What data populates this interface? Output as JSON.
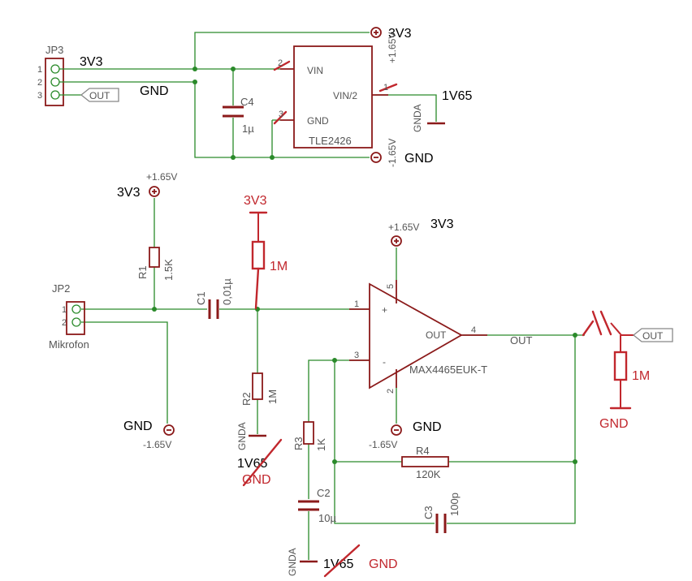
{
  "connectors": {
    "jp3": {
      "name": "JP3",
      "pins": [
        "1",
        "2",
        "3"
      ]
    },
    "jp2": {
      "name": "JP2",
      "pins": [
        "1",
        "2"
      ],
      "label": "Mikrofon"
    }
  },
  "nets": {
    "v3v3": "3V3",
    "gnd": "GND",
    "v1v65": "1V65",
    "gnda": "GNDA",
    "out": "OUT",
    "plus_165": "+1.65V",
    "minus_165": "-1.65V"
  },
  "regulator": {
    "name": "TLE2426",
    "pin_vin": "VIN",
    "pin_vin2": "VIN/2",
    "pin_gnd": "GND",
    "pin_numbers": [
      "1",
      "2",
      "3"
    ]
  },
  "opamp": {
    "name": "MAX4465EUK-T",
    "pin_out": "OUT",
    "plus": "+",
    "minus": "-",
    "pin_numbers": [
      "1",
      "2",
      "3",
      "4",
      "5"
    ]
  },
  "components": {
    "c4": {
      "name": "C4",
      "value": "1µ"
    },
    "r1": {
      "name": "R1",
      "value": "1.5K"
    },
    "c1": {
      "name": "C1",
      "value": "0,01µ"
    },
    "r2": {
      "name": "R2",
      "value": "1M"
    },
    "r3": {
      "name": "R3",
      "value": "1K"
    },
    "r4": {
      "name": "R4",
      "value": "120K"
    },
    "c2": {
      "name": "C2",
      "value": "10µ"
    },
    "c3": {
      "name": "C3",
      "value": "100p"
    }
  },
  "annotations": {
    "red_3v3": "3V3",
    "red_1m_top": "1M",
    "red_1m_right": "1M",
    "red_gnd_r2": "GND",
    "red_gnd_out": "GND",
    "red_gnd_c2": "GND"
  },
  "colors": {
    "wire": "#2a8a2a",
    "component": "#8b1a1a",
    "annotation": "#c1272d",
    "port": "#888888"
  }
}
